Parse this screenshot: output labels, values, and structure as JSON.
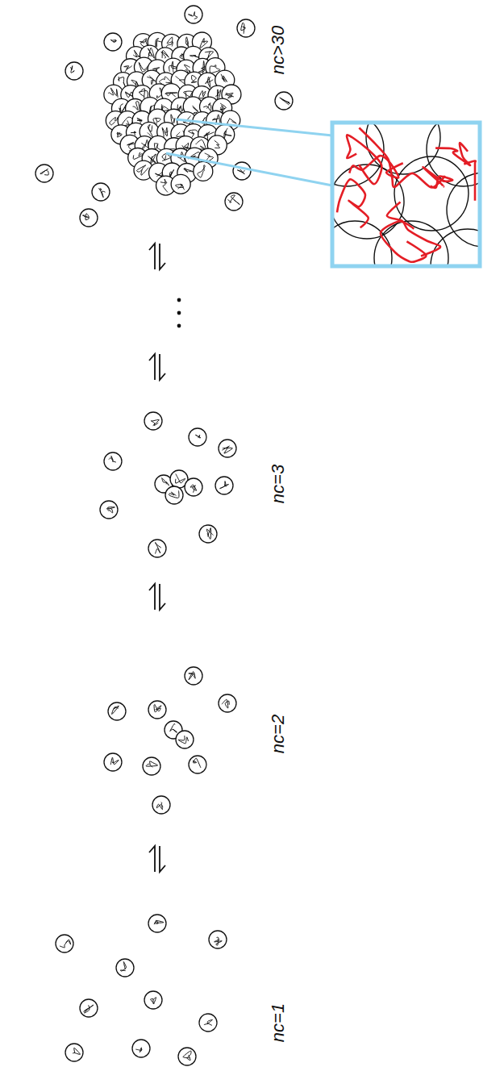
{
  "diagram": {
    "labels": [
      "nc=1",
      "nc=2",
      "nc=3",
      "nc>30"
    ]
  }
}
